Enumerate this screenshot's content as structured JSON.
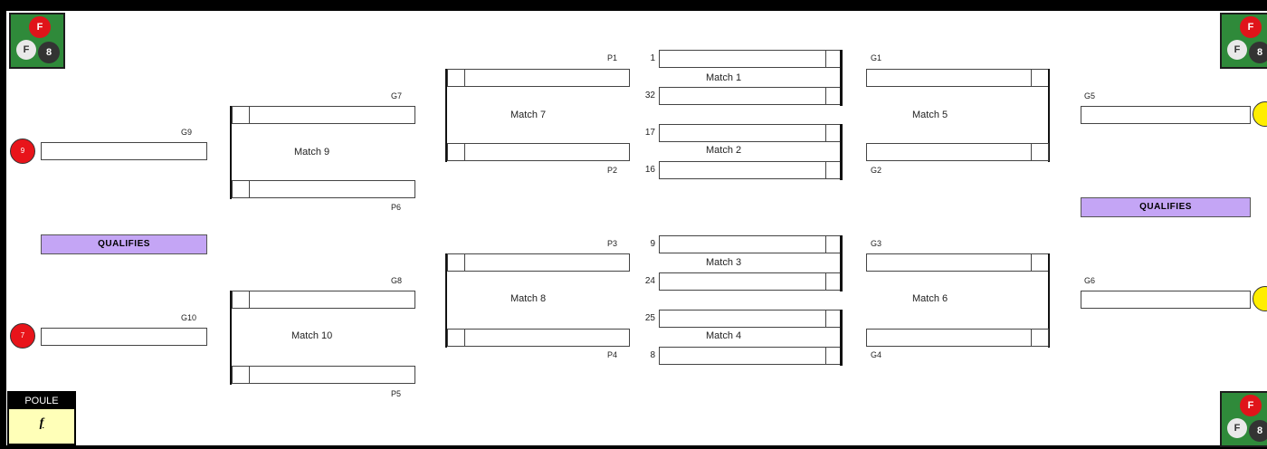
{
  "logo": {
    "letter_top": "F",
    "letter_left": "F",
    "letter_right": "8"
  },
  "groups": {
    "left_top": "G9",
    "left_bottom": "G10",
    "right_top": "G5",
    "right_bottom": "G6"
  },
  "qualifies": {
    "left": "QUALIFIES",
    "right": "QUALIFIES"
  },
  "poule": {
    "header": "POULE",
    "value": "f"
  },
  "matches": {
    "m1": "Match 1",
    "m2": "Match 2",
    "m3": "Match 3",
    "m4": "Match 4",
    "m5": "Match 5",
    "m6": "Match 6",
    "m7": "Match 7",
    "m8": "Match 8",
    "m9": "Match 9",
    "m10": "Match 10"
  },
  "seeds": {
    "s1": "1",
    "s2": "32",
    "s3": "17",
    "s4": "16",
    "s5": "9",
    "s6": "24",
    "s7": "25",
    "s8": "8"
  },
  "labels": {
    "p1": "P1",
    "p2": "P2",
    "p3": "P3",
    "p4": "P4",
    "p5": "P5",
    "p6": "P6",
    "g1": "G1",
    "g2": "G2",
    "g3": "G3",
    "g4": "G4",
    "g7": "G7",
    "g8": "G8"
  },
  "balls": {
    "left_top": "9",
    "left_bottom": "7"
  },
  "colors": {
    "qualifies": "#c4a5f5",
    "poule_box": "#ffffb8",
    "red_ball": "#e8141a",
    "yellow_ball": "#ffee00",
    "logo_green": "#2f8a3a"
  }
}
